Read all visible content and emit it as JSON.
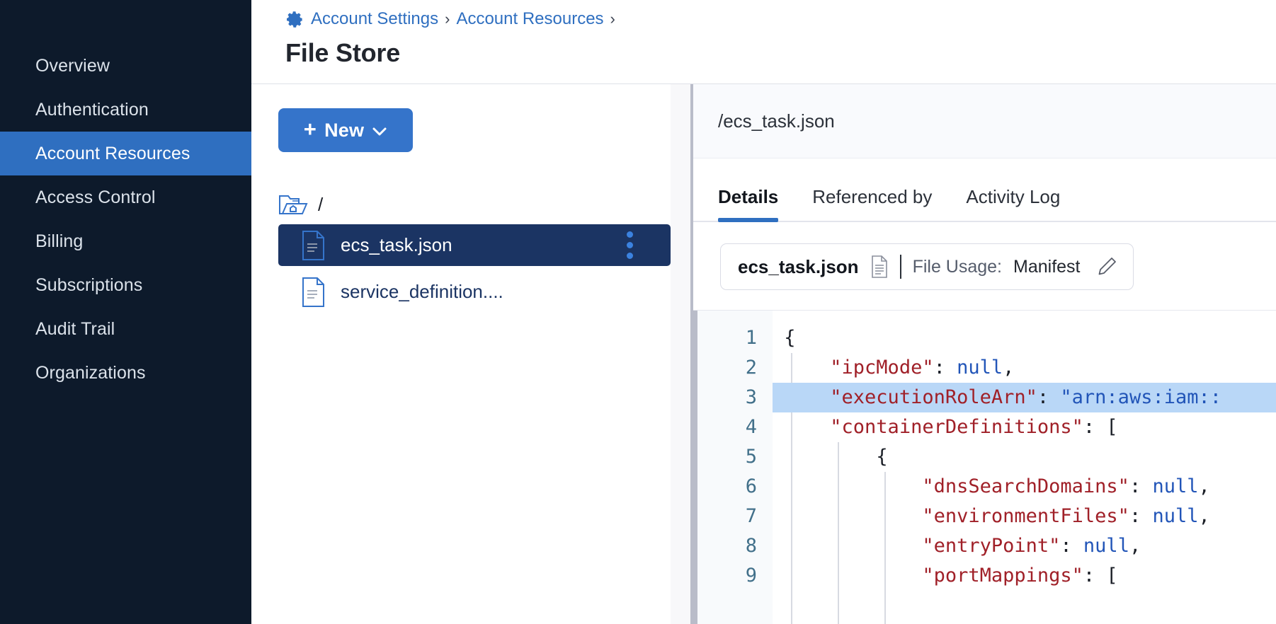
{
  "colors": {
    "sidebar_bg": "#0d1a2b",
    "accent_blue": "#2f6fc0",
    "button_blue": "#3574ca",
    "selected_row": "#1b3463",
    "code_highlight": "#b9d7f7",
    "key_red": "#a02028",
    "value_blue": "#2255b8"
  },
  "sidebar": {
    "items": [
      {
        "label": "Overview",
        "active": false
      },
      {
        "label": "Authentication",
        "active": false
      },
      {
        "label": "Account Resources",
        "active": true
      },
      {
        "label": "Access Control",
        "active": false
      },
      {
        "label": "Billing",
        "active": false
      },
      {
        "label": "Subscriptions",
        "active": false
      },
      {
        "label": "Audit Trail",
        "active": false
      },
      {
        "label": "Organizations",
        "active": false
      }
    ]
  },
  "header": {
    "gear_icon": "gear-icon",
    "breadcrumb": [
      {
        "label": "Account Settings"
      },
      {
        "label": "Account Resources"
      }
    ],
    "separator": "›",
    "title": "File Store"
  },
  "files_pane": {
    "new_button": {
      "plus": "+",
      "label": "New",
      "chevron_icon": "chevron-down-icon"
    },
    "root": {
      "icon": "folder-home-icon",
      "label": "/"
    },
    "items": [
      {
        "icon": "file-document-icon",
        "label": "ecs_task.json",
        "selected": true,
        "menu_icon": "kebab-menu-icon"
      },
      {
        "icon": "file-document-icon",
        "label": "service_definition....",
        "selected": false
      }
    ]
  },
  "details_pane": {
    "path": "/ecs_task.json",
    "tabs": [
      {
        "label": "Details",
        "active": true
      },
      {
        "label": "Referenced by",
        "active": false
      },
      {
        "label": "Activity Log",
        "active": false
      }
    ],
    "usage": {
      "file_name": "ecs_task.json",
      "file_icon": "file-lines-icon",
      "label": "File Usage:",
      "value": "Manifest",
      "edit_icon": "pencil-icon"
    },
    "editor": {
      "language": "json",
      "highlighted_line": 3,
      "line_numbers": [
        "1",
        "2",
        "3",
        "4",
        "5",
        "6",
        "7",
        "8",
        "9"
      ],
      "lines": [
        {
          "n": 1,
          "indent": 0,
          "tokens": [
            {
              "t": "{",
              "c": "p"
            }
          ]
        },
        {
          "n": 2,
          "indent": 1,
          "tokens": [
            {
              "t": "\"ipcMode\"",
              "c": "k"
            },
            {
              "t": ": ",
              "c": "p"
            },
            {
              "t": "null",
              "c": "v"
            },
            {
              "t": ",",
              "c": "p"
            }
          ]
        },
        {
          "n": 3,
          "indent": 1,
          "highlight": true,
          "tokens": [
            {
              "t": "\"executionRoleArn\"",
              "c": "k"
            },
            {
              "t": ": ",
              "c": "p"
            },
            {
              "t": "\"arn:aws:iam::",
              "c": "s"
            }
          ]
        },
        {
          "n": 4,
          "indent": 1,
          "tokens": [
            {
              "t": "\"containerDefinitions\"",
              "c": "k"
            },
            {
              "t": ": ",
              "c": "p"
            },
            {
              "t": "[",
              "c": "p"
            }
          ]
        },
        {
          "n": 5,
          "indent": 2,
          "tokens": [
            {
              "t": "{",
              "c": "p"
            }
          ]
        },
        {
          "n": 6,
          "indent": 3,
          "tokens": [
            {
              "t": "\"dnsSearchDomains\"",
              "c": "k"
            },
            {
              "t": ": ",
              "c": "p"
            },
            {
              "t": "null",
              "c": "v"
            },
            {
              "t": ",",
              "c": "p"
            }
          ]
        },
        {
          "n": 7,
          "indent": 3,
          "tokens": [
            {
              "t": "\"environmentFiles\"",
              "c": "k"
            },
            {
              "t": ": ",
              "c": "p"
            },
            {
              "t": "null",
              "c": "v"
            },
            {
              "t": ",",
              "c": "p"
            }
          ]
        },
        {
          "n": 8,
          "indent": 3,
          "tokens": [
            {
              "t": "\"entryPoint\"",
              "c": "k"
            },
            {
              "t": ": ",
              "c": "p"
            },
            {
              "t": "null",
              "c": "v"
            },
            {
              "t": ",",
              "c": "p"
            }
          ]
        },
        {
          "n": 9,
          "indent": 3,
          "tokens": [
            {
              "t": "\"portMappings\"",
              "c": "k"
            },
            {
              "t": ": ",
              "c": "p"
            },
            {
              "t": "[",
              "c": "p"
            }
          ]
        }
      ]
    }
  }
}
